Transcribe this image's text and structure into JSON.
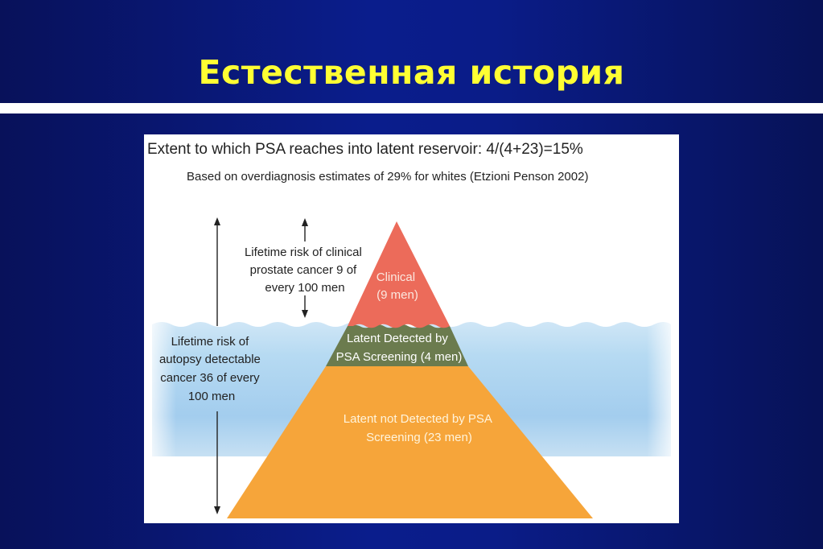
{
  "slide": {
    "title": "Естественная история"
  },
  "figure": {
    "heading": "Extent to which PSA reaches into latent reservoir: 4/(4+23)=15%",
    "subheading": "Based on overdiagnosis estimates of 29% for whites (Etzioni Penson 2002)",
    "clinical_note": {
      "lines": [
        "Lifetime risk of clinical",
        "prostate cancer 9 of",
        "every 100 men"
      ]
    },
    "autopsy_note": {
      "lines": [
        "Lifetime risk of",
        "autopsy detectable",
        "cancer 36 of every",
        "100 men"
      ]
    },
    "tiers": {
      "clinical": {
        "lines": [
          "Clinical",
          "(9 men)"
        ],
        "color": "#ec6b5a"
      },
      "latent_detected": {
        "lines": [
          "Latent Detected by",
          "PSA Screening (4  men)"
        ],
        "color": "#6b7b4e"
      },
      "latent_not_detected": {
        "lines": [
          "Latent not Detected by PSA",
          "Screening (23 men)"
        ],
        "color": "#f6a53a"
      }
    },
    "colors": {
      "water_top": "#cfe6f6",
      "water_mid": "#a5cfee",
      "background": "#ffffff"
    }
  }
}
